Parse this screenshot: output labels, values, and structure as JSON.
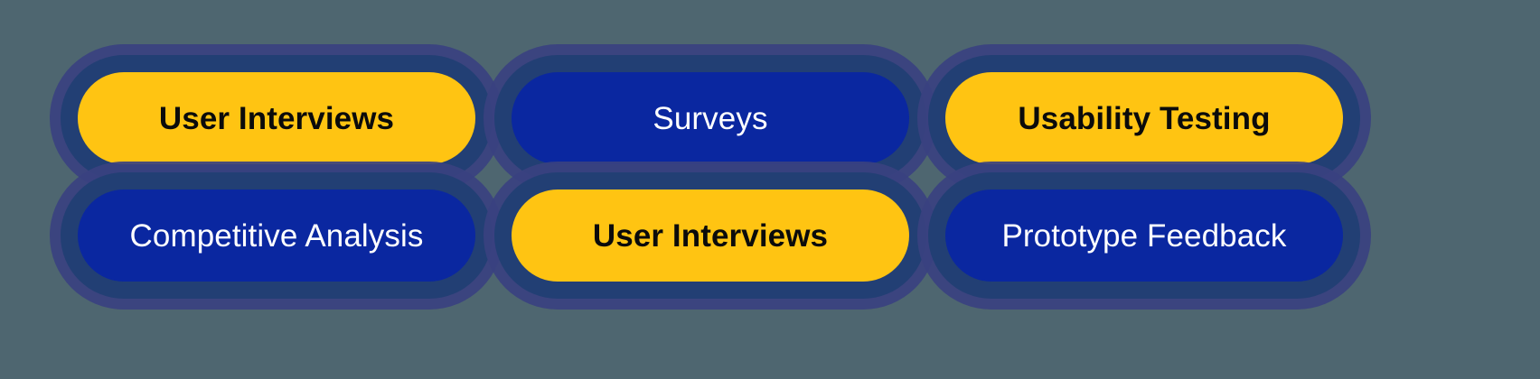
{
  "theme": {
    "background": "#4E6670",
    "accent_fill": "#FFC412",
    "accent_text": "#0B0B0B",
    "base_fill": "#0A27A0",
    "base_text": "#FFFFFF",
    "glow_inner": "#223F74",
    "glow_outer": "#3A4180"
  },
  "tags": {
    "rows": [
      {
        "cells": [
          {
            "label": "User Interviews",
            "style": "accent"
          },
          {
            "label": "Surveys",
            "style": "base"
          },
          {
            "label": "Usability Testing",
            "style": "accent"
          }
        ]
      },
      {
        "cells": [
          {
            "label": "Competitive Analysis",
            "style": "base"
          },
          {
            "label": "User Interviews",
            "style": "accent"
          },
          {
            "label": "Prototype Feedback",
            "style": "base"
          }
        ]
      }
    ]
  }
}
